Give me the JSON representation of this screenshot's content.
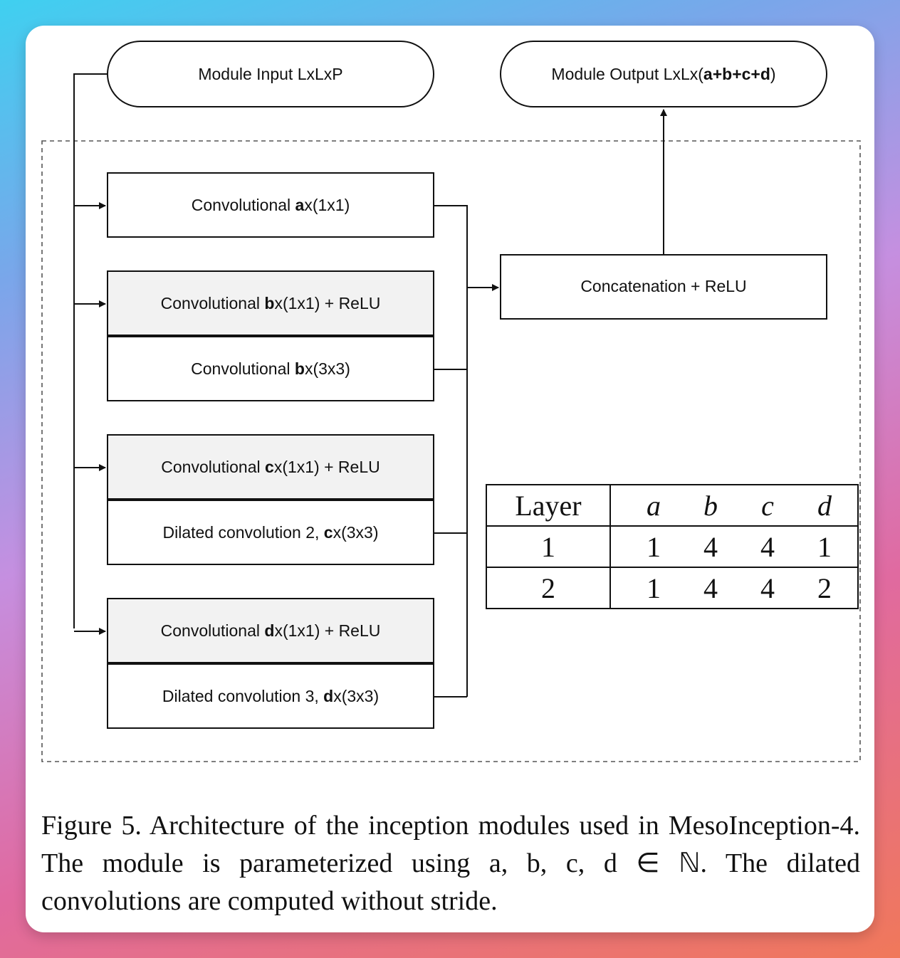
{
  "diagram": {
    "input": "Module Input LxLxP",
    "output": {
      "prefix": "Module Output LxLx(",
      "bold": "a+b+c+d",
      "suffix": ")"
    },
    "branch_a": {
      "prefix": "Convolutional ",
      "bold": "a",
      "suffix": "x(1x1)"
    },
    "branch_b_top": {
      "prefix": "Convolutional ",
      "bold": "b",
      "suffix": "x(1x1) + ReLU"
    },
    "branch_b_bottom": {
      "prefix": "Convolutional ",
      "bold": "b",
      "suffix": "x(3x3)"
    },
    "branch_c_top": {
      "prefix": "Convolutional ",
      "bold": "c",
      "suffix": "x(1x1) + ReLU"
    },
    "branch_c_bottom": {
      "prefix": "Dilated convolution 2, ",
      "bold": "c",
      "suffix": "x(3x3)"
    },
    "branch_d_top": {
      "prefix": "Convolutional ",
      "bold": "d",
      "suffix": "x(1x1) + ReLU"
    },
    "branch_d_bottom": {
      "prefix": "Dilated convolution 3, ",
      "bold": "d",
      "suffix": "x(3x3)"
    },
    "concat": "Concatenation + ReLU"
  },
  "param_table": {
    "header": {
      "layer": "Layer",
      "vars": [
        "a",
        "b",
        "c",
        "d"
      ]
    },
    "rows": [
      {
        "layer": "1",
        "values": [
          "1",
          "4",
          "4",
          "1"
        ]
      },
      {
        "layer": "2",
        "values": [
          "1",
          "4",
          "4",
          "2"
        ]
      }
    ]
  },
  "caption": "Figure 5. Architecture of the inception modules used in MesoInception-4. The module is parameterized using a, b, c, d ∈ ℕ. The dilated convolutions are computed without stride."
}
